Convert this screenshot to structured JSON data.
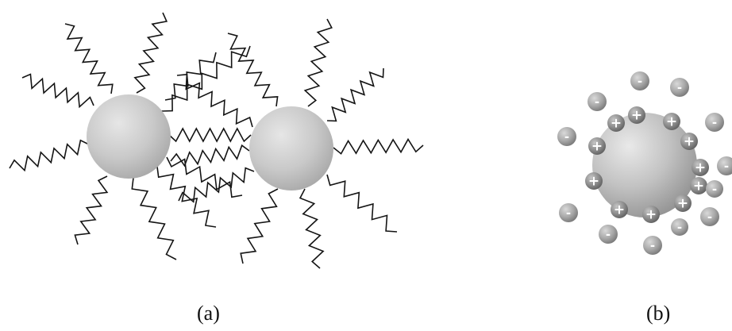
{
  "panels": {
    "a": {
      "caption": "(a)",
      "particle_count": 2
    },
    "b": {
      "caption": "(b)",
      "inner_ion_count": 11,
      "outer_ion_count": 12
    }
  },
  "symbols": {
    "positive": "+",
    "negative": "-"
  },
  "colors": {
    "chain": "#141414",
    "particle_light": "#e4e4e4",
    "particle_dark": "#a6a6a6",
    "ion_light": "#cfcfcf",
    "ion_dark": "#7e7e7e",
    "caption": "#111111"
  }
}
